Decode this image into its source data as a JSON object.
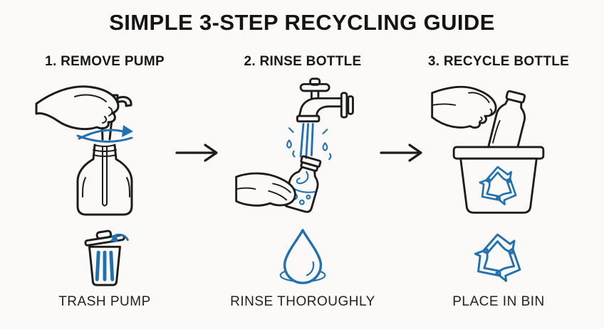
{
  "title": "SIMPLE 3-STEP RECYCLING GUIDE",
  "steps": [
    {
      "heading": "1. REMOVE PUMP",
      "illustration": "hand-unscrewing-pump-from-soap-bottle",
      "icon": "trash-can-icon",
      "caption": "TRASH PUMP"
    },
    {
      "heading": "2. RINSE BOTTLE",
      "illustration": "faucet-rinsing-bottle-held-in-hand",
      "icon": "water-drop-icon",
      "caption": "RINSE THOROUGHLY"
    },
    {
      "heading": "3. RECYCLE BOTTLE",
      "illustration": "hand-placing-bottle-into-recycling-bin",
      "icon": "recycling-arrows-icon",
      "caption": "PLACE IN BIN"
    }
  ],
  "arrows": [
    "right-arrow",
    "right-arrow"
  ],
  "colors": {
    "accent_blue": "#2171b1",
    "line_black": "#1c1c1c",
    "background": "#fbfaf8"
  }
}
